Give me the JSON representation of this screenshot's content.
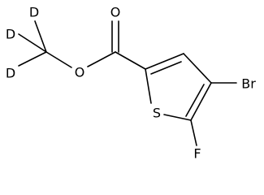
{
  "molecule": {
    "atoms": {
      "d1": "D",
      "d2": "D",
      "d3": "D",
      "o_ester": "O",
      "o_carbonyl": "O",
      "s": "S",
      "br": "Br",
      "f": "F"
    }
  },
  "colors": {
    "bond": "#000000",
    "label": "#000000",
    "background": "#ffffff"
  }
}
